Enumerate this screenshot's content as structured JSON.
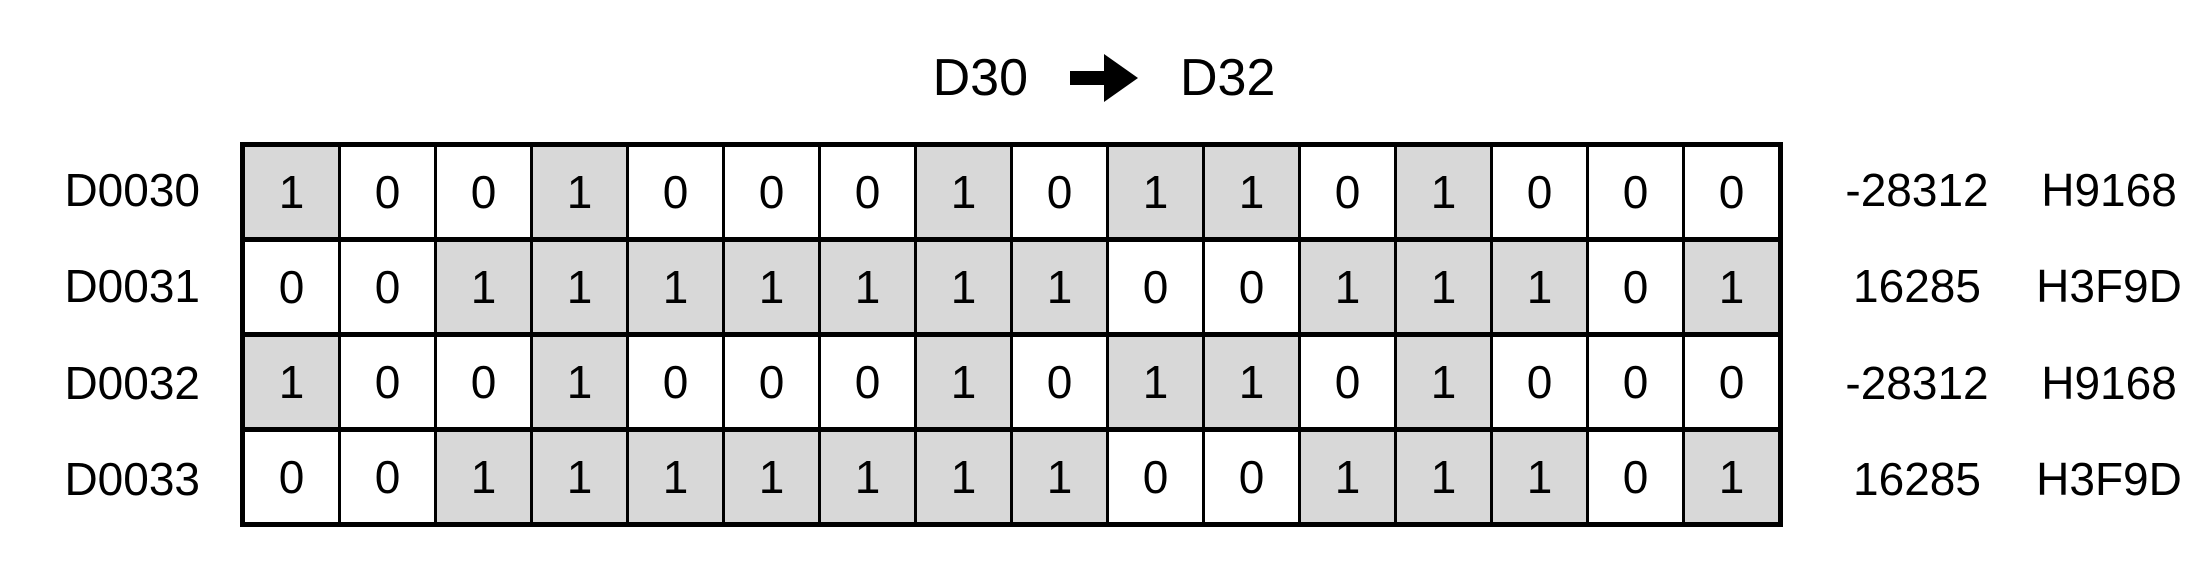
{
  "title": {
    "source": "D30",
    "dest": "D32",
    "arrow_icon": "right-arrow"
  },
  "colors": {
    "bit_on_fill": "#d8d8d8",
    "bit_off_fill": "#ffffff",
    "border": "#000000",
    "text": "#000000"
  },
  "rows": [
    {
      "label": "D0030",
      "bits": [
        1,
        0,
        0,
        1,
        0,
        0,
        0,
        1,
        0,
        1,
        1,
        0,
        1,
        0,
        0,
        0
      ],
      "decimal": "-28312",
      "hex": "H9168"
    },
    {
      "label": "D0031",
      "bits": [
        0,
        0,
        1,
        1,
        1,
        1,
        1,
        1,
        1,
        0,
        0,
        1,
        1,
        1,
        0,
        1
      ],
      "decimal": "16285",
      "hex": "H3F9D"
    },
    {
      "label": "D0032",
      "bits": [
        1,
        0,
        0,
        1,
        0,
        0,
        0,
        1,
        0,
        1,
        1,
        0,
        1,
        0,
        0,
        0
      ],
      "decimal": "-28312",
      "hex": "H9168"
    },
    {
      "label": "D0033",
      "bits": [
        0,
        0,
        1,
        1,
        1,
        1,
        1,
        1,
        1,
        0,
        0,
        1,
        1,
        1,
        0,
        1
      ],
      "decimal": "16285",
      "hex": "H3F9D"
    }
  ]
}
